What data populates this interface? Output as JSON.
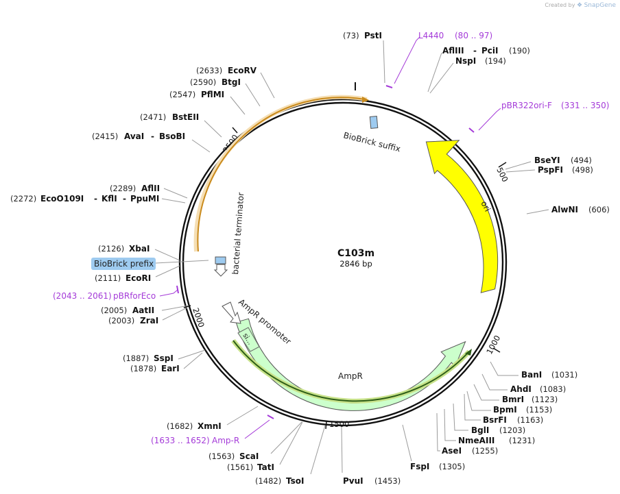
{
  "brand": {
    "prefix": "Created by",
    "name": "SnapGene"
  },
  "plasmid": {
    "name": "C103m",
    "length_label": "2846 bp",
    "length": 2846
  },
  "colors": {
    "ori": "#ffff00",
    "ampr": "#ccffcc",
    "terminator": "#f5deb3",
    "prefix_highlight": "#9ecbf0",
    "primer": "#a43ad8",
    "backbone": "#111111"
  },
  "ticks": [
    "500",
    "1000",
    "1500",
    "2000",
    "2500"
  ],
  "features": [
    {
      "id": "ori",
      "label": "ori"
    },
    {
      "id": "ampr",
      "label": "AmpR"
    },
    {
      "id": "ampr-promoter",
      "label": "AmpR promoter"
    },
    {
      "id": "signal",
      "label": "si..."
    },
    {
      "id": "terminator",
      "label": "bacterial terminator"
    },
    {
      "id": "suffix",
      "label": "BioBrick suffix"
    },
    {
      "id": "prefix",
      "label": "BioBrick prefix"
    }
  ],
  "sites": [
    {
      "names": [
        "PstI"
      ],
      "pos": "(73)"
    },
    {
      "names": [
        "AflIII",
        "PciI"
      ],
      "pos": "(190)"
    },
    {
      "names": [
        "NspI"
      ],
      "pos": "(194)"
    },
    {
      "names": [
        "BseYI"
      ],
      "pos": "(494)"
    },
    {
      "names": [
        "PspFI"
      ],
      "pos": "(498)"
    },
    {
      "names": [
        "AlwNI"
      ],
      "pos": "(606)"
    },
    {
      "names": [
        "BanI"
      ],
      "pos": "(1031)"
    },
    {
      "names": [
        "AhdI"
      ],
      "pos": "(1083)"
    },
    {
      "names": [
        "BmrI"
      ],
      "pos": "(1123)"
    },
    {
      "names": [
        "BpmI"
      ],
      "pos": "(1153)"
    },
    {
      "names": [
        "BsrFI"
      ],
      "pos": "(1163)"
    },
    {
      "names": [
        "BglI"
      ],
      "pos": "(1203)"
    },
    {
      "names": [
        "NmeAIII"
      ],
      "pos": "(1231)"
    },
    {
      "names": [
        "AseI"
      ],
      "pos": "(1255)"
    },
    {
      "names": [
        "FspI"
      ],
      "pos": "(1305)"
    },
    {
      "names": [
        "PvuI"
      ],
      "pos": "(1453)"
    },
    {
      "names": [
        "TsoI"
      ],
      "pos": "(1482)"
    },
    {
      "names": [
        "TatI"
      ],
      "pos": "(1561)"
    },
    {
      "names": [
        "ScaI"
      ],
      "pos": "(1563)"
    },
    {
      "names": [
        "XmnI"
      ],
      "pos": "(1682)"
    },
    {
      "names": [
        "EarI"
      ],
      "pos": "(1878)"
    },
    {
      "names": [
        "SspI"
      ],
      "pos": "(1887)"
    },
    {
      "names": [
        "ZraI"
      ],
      "pos": "(2003)"
    },
    {
      "names": [
        "AatII"
      ],
      "pos": "(2005)"
    },
    {
      "names": [
        "EcoRI"
      ],
      "pos": "(2111)"
    },
    {
      "names": [
        "XbaI"
      ],
      "pos": "(2126)"
    },
    {
      "names": [
        "EcoO109I",
        "KflI",
        "PpuMI"
      ],
      "pos": "(2272)"
    },
    {
      "names": [
        "AflII"
      ],
      "pos": "(2289)"
    },
    {
      "names": [
        "AvaI",
        "BsoBI"
      ],
      "pos": "(2415)"
    },
    {
      "names": [
        "BstEII"
      ],
      "pos": "(2471)"
    },
    {
      "names": [
        "PflMI"
      ],
      "pos": "(2547)"
    },
    {
      "names": [
        "BtgI"
      ],
      "pos": "(2590)"
    },
    {
      "names": [
        "EcoRV"
      ],
      "pos": "(2633)"
    }
  ],
  "primers": [
    {
      "name": "L4440",
      "range": "(80 .. 97)"
    },
    {
      "name": "pBR322ori-F",
      "range": "(331 .. 350)"
    },
    {
      "name": "pBRforEco",
      "range": "(2043 .. 2061)"
    },
    {
      "name": "Amp-R",
      "range": "(1633 .. 1652)"
    }
  ]
}
